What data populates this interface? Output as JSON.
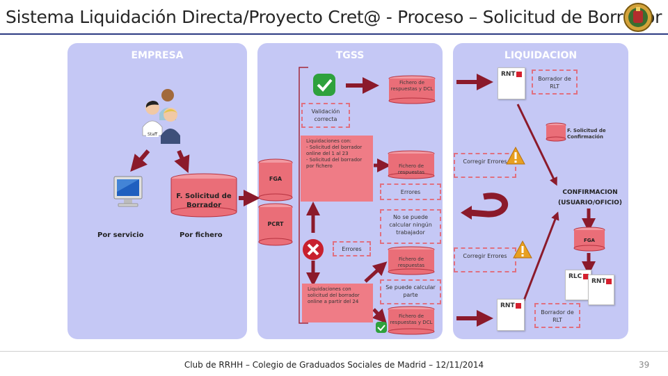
{
  "header": {
    "title": "Sistema Liquidación Directa/Proyecto Cret@  - Proceso – Solicitud de Borrador"
  },
  "panels": {
    "empresa": "EMPRESA",
    "tgss": "TGSS",
    "liquidacion": "LIQUIDACION"
  },
  "empresa": {
    "staff_label": "Staff",
    "solicitud_borrador": "F. Solicitud de Borrador",
    "por_servicio": "Por servicio",
    "por_fichero": "Por fichero"
  },
  "tgss": {
    "fga": "FGA",
    "pcrt": "PCRT",
    "validacion_correcta": "Validación correcta",
    "fichero_respuestas_dcl_top": "Fichero de respuestas y DCL",
    "liquidaciones_con": "Liquidaciones con:",
    "liq_item1": "- Solicitud del borrador online del 1 al 23",
    "liq_item2": "- Solicitud del borrador por fichero",
    "fichero_respuestas_mid": "Fichero de respuestas",
    "errores_mid": "Errores",
    "no_se_puede": "No se puede calcular ningún trabajador",
    "errores_left": "Errores",
    "fichero_respuestas_low": "Fichero de respuestas",
    "liq_online_24": "Liquidaciones con solicitud del borrador online a partir del 24",
    "se_puede": "Se puede calcular parte",
    "fichero_respuestas_dcl_bottom": "Fichero de respuestas y DCL"
  },
  "liquidacion": {
    "rnt": "RNT",
    "borrador_rlt_top": "Borrador de RLT",
    "f_solicitud_confirmacion": "F. Solicitud de Confirmación",
    "corregir_errores_top": "Corregir Errores",
    "confirmacion": "CONFIRMACION (USUARIO/OFICIO)",
    "fga": "FGA",
    "corregir_errores_bottom": "Corregir Errores",
    "rlc": "RLC",
    "borrador_rlt_bottom": "Borrador de RLT"
  },
  "footer": {
    "text": "Club de RRHH – Colegio de Graduados Sociales de Madrid – 12/11/2014",
    "page": "39"
  },
  "colors": {
    "panel": "#c5c8f5",
    "arrow": "#8b1a2b",
    "cylinder": "#ea6e78",
    "accent_rule": "#2b3a82"
  }
}
